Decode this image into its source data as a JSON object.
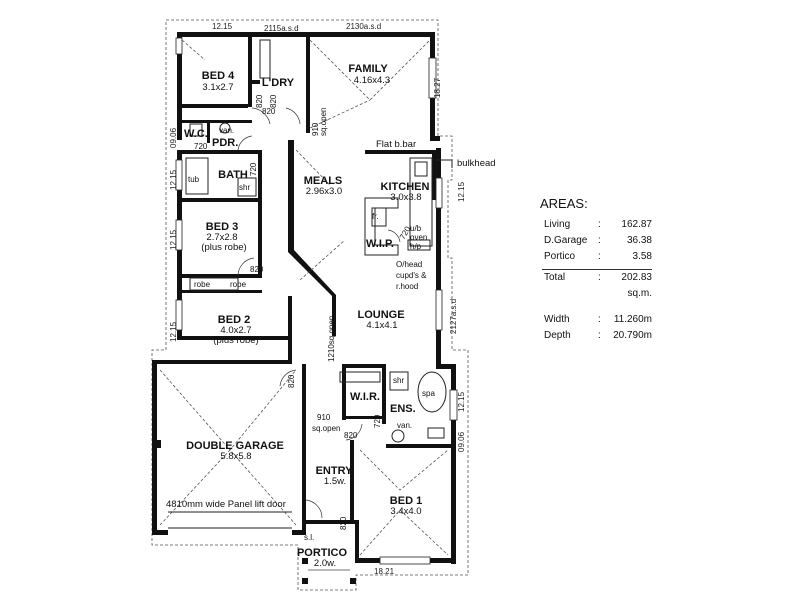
{
  "rooms": {
    "bed4": {
      "name": "BED 4",
      "size": "3.1x2.7"
    },
    "ldry": {
      "name": "L'DRY"
    },
    "family": {
      "name": "FAMILY",
      "size": "4.16x4.3"
    },
    "wc": {
      "name": "W.C."
    },
    "pdr": {
      "name": "PDR."
    },
    "van_top": {
      "name": "van."
    },
    "bath": {
      "name": "BATH"
    },
    "tub": {
      "name": "tub"
    },
    "shr_bath": {
      "name": "shr"
    },
    "meals": {
      "name": "MEALS",
      "size": "2.96x3.0"
    },
    "kitchen": {
      "name": "KITCHEN",
      "size": "3.0x3.8"
    },
    "bed3": {
      "name": "BED 3",
      "size": "2.7x2.8",
      "note": "(plus robe)"
    },
    "wip": {
      "name": "W.I.P."
    },
    "bed2": {
      "name": "BED 2",
      "size": "4.0x2.7",
      "note": "(plus robe)"
    },
    "lounge": {
      "name": "LOUNGE",
      "size": "4.1x4.1"
    },
    "garage": {
      "name": "DOUBLE GARAGE",
      "size": "5.8x5.8"
    },
    "wir": {
      "name": "W.I.R."
    },
    "ens": {
      "name": "ENS."
    },
    "spa": {
      "name": "spa"
    },
    "shr_ens": {
      "name": "shr"
    },
    "van_ens": {
      "name": "van."
    },
    "entry": {
      "name": "ENTRY",
      "size": "1.5w."
    },
    "bed1": {
      "name": "BED 1",
      "size": "3.4x4.0"
    },
    "portico": {
      "name": "PORTICO",
      "size": "2.0w."
    }
  },
  "labels": {
    "flat_bar": "Flat b.bar",
    "bulkhead": "bulkhead",
    "fr": "fr.",
    "ub_oven": "u/b",
    "oven": "oven",
    "hp": "h/p",
    "ohead1": "O/head",
    "ohead2": "cupd's &",
    "ohead3": "r.hood",
    "robe1": "robe",
    "robe2": "robe",
    "door_lift": "4810mm wide  Panel lift door",
    "sq_open_910a": "910",
    "sq_open_910a_b": "sq.open",
    "sq_open_1210": "1210sq.open",
    "sq_open_910b": "910",
    "sq_open_910b_b": "sq.open",
    "si": "s.l.",
    "d820a": "820",
    "d820b": "820",
    "d720a": "720",
    "d720b": "720",
    "d820c": "820",
    "d720c": "720",
    "d820d": "820",
    "d820e": "820",
    "d720d": "720",
    "d820f": "820",
    "d820g": "820",
    "d820h": "820"
  },
  "dimensions": {
    "d1215_top": "12.15",
    "d2115": "2115a.s.d",
    "d2130": "2130a.s.d",
    "d1827": "18.27",
    "d0906_left": "09.06",
    "d1215_l1": "12.15",
    "d1215_l2": "12.15",
    "d1215_l3": "12.15",
    "d1215_r1": "12.15",
    "d2127": "2127a.s.d",
    "d1215_r2": "12.15",
    "d0906_right": "09.06",
    "d1821": "18.21"
  },
  "areas": {
    "title": "AREAS:",
    "rows": [
      {
        "label": "Living",
        "value": "162.87"
      },
      {
        "label": "D.Garage",
        "value": "36.38"
      },
      {
        "label": "Portico",
        "value": "3.58"
      }
    ],
    "total": {
      "label": "Total",
      "value": "202.83",
      "unit": "sq.m."
    },
    "width": {
      "label": "Width",
      "value": "11.260m"
    },
    "depth": {
      "label": "Depth",
      "value": "20.790m"
    },
    "colon": ":"
  }
}
